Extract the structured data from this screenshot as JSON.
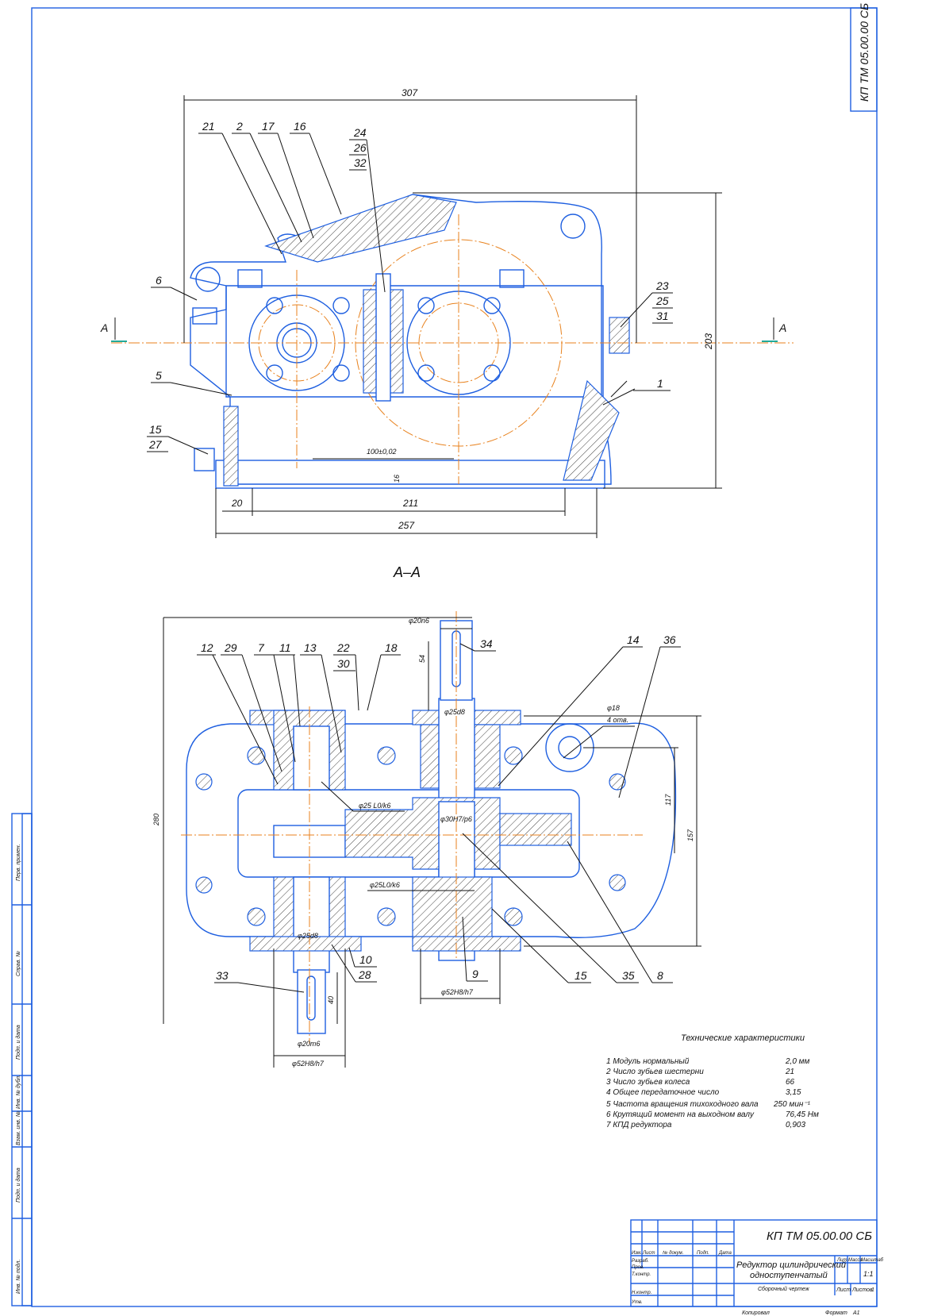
{
  "colors": {
    "outline": "#1e5fe0",
    "axis": "#e8821e",
    "lines": "#111111"
  },
  "stamp_code": "КП ТМ 05.00.00 СБ",
  "front_view": {
    "section_mark": "А",
    "balloons": [
      "21",
      "2",
      "17",
      "16",
      "24",
      "26",
      "32",
      "6",
      "5",
      "15",
      "27",
      "23",
      "25",
      "31",
      "1"
    ],
    "dims": {
      "width_top": "307",
      "height": "203",
      "center_dist": "100±0,02",
      "base": "16",
      "d20": "20",
      "d211": "211",
      "d257": "257"
    }
  },
  "section_view": {
    "title": "А–А",
    "balloons": [
      "12",
      "29",
      "7",
      "11",
      "13",
      "22",
      "30",
      "18",
      "14",
      "36",
      "34",
      "33",
      "28",
      "10",
      "9",
      "15",
      "35",
      "8"
    ],
    "dims": {
      "shaft_out": "φ20n6",
      "len54": "54",
      "seal_top": "φ25d8",
      "hole": "φ18",
      "holes_count": "4 отв.",
      "h117": "117",
      "h157": "157",
      "h280": "280",
      "bearing_fit1": "φ25 L0/k6",
      "hub_fit": "φ30H7/p6",
      "bearing_fit2": "φ25L0/k6",
      "seal_bottom": "φ25d8",
      "shaft_in": "φ20m6",
      "len40": "40",
      "housing_fit1": "φ52H8/h7",
      "housing_fit2": "φ52H8/h7"
    }
  },
  "specs": {
    "title": "Технические характеристики",
    "rows": [
      {
        "label": "1 Модуль нормальный",
        "value": "2,0 мм"
      },
      {
        "label": "2  Число зубьев шестерни",
        "value": "21"
      },
      {
        "label": "3  Число зубьев колеса",
        "value": "66"
      },
      {
        "label": "4  Общее передаточное число",
        "value": "3,15"
      },
      {
        "label": "5  Частота вращения тихоходного вала",
        "value": "250 мин⁻¹"
      },
      {
        "label": "6  Крутящий момент на выходном валу",
        "value": "76,45 Нм"
      },
      {
        "label": "7  КПД редуктора",
        "value": "0,903"
      }
    ]
  },
  "title_block": {
    "code": "КП ТМ 05.00.00 СБ",
    "name1": "Редуктор цилиндрический",
    "name2": "одноступенчатый",
    "doc_type": "Сборочный чертеж",
    "headers": [
      "Изм.",
      "Лист",
      "№ докум.",
      "Подп.",
      "Дата"
    ],
    "roles": [
      "Разраб.",
      "Пров.",
      "Т.контр.",
      "Н.контр.",
      "Утв."
    ],
    "lit": "Лит.",
    "mass": "Масса",
    "scale_label": "Масштаб",
    "scale": "1:1",
    "sheet": "Лист",
    "sheets": "Листов",
    "sheets_count": "1",
    "copied": "Копировал",
    "format_label": "Формат",
    "format": "А1"
  },
  "side_strip": [
    "Перв. примен.",
    "Справ. №",
    "Подп. и дата",
    "Инв. № дубл.",
    "Взам. инв. №",
    "Подп. и дата",
    "Инв. № подл."
  ]
}
